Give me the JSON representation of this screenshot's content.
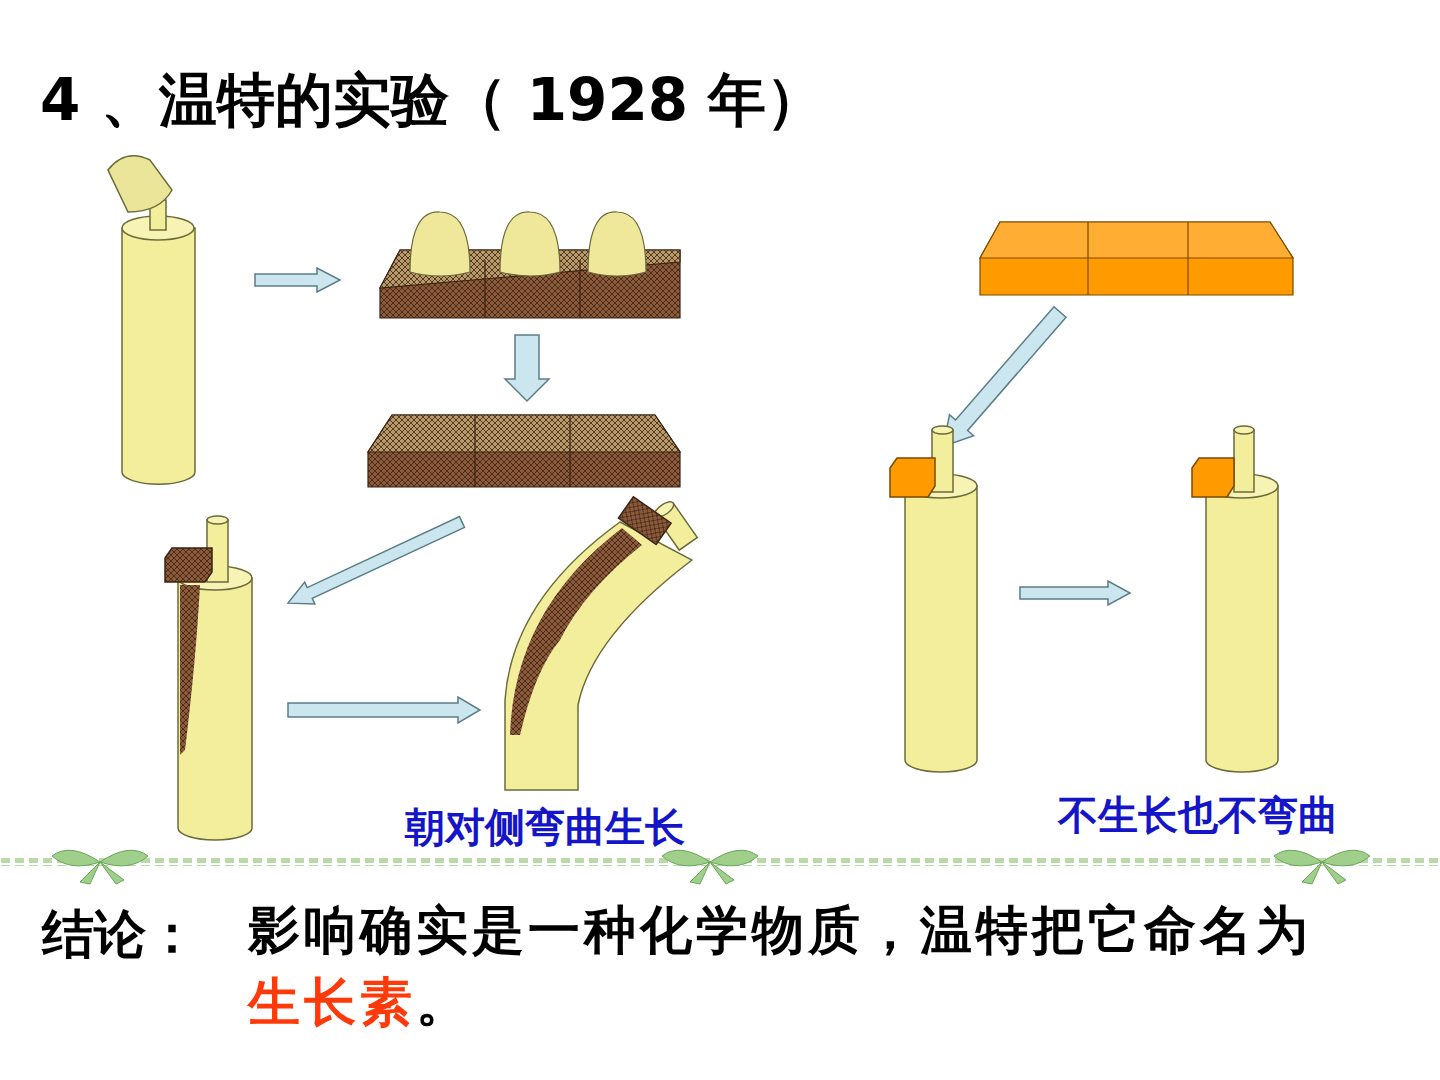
{
  "diagram": {
    "title": "4 、温特的实验（ 1928 年）",
    "labels": [
      "朝对侧弯曲生长",
      "不生长也不弯曲",
      "结论：",
      "影响确实是一种化学物质，温特把它命名为",
      "生长素",
      "。"
    ]
  }
}
